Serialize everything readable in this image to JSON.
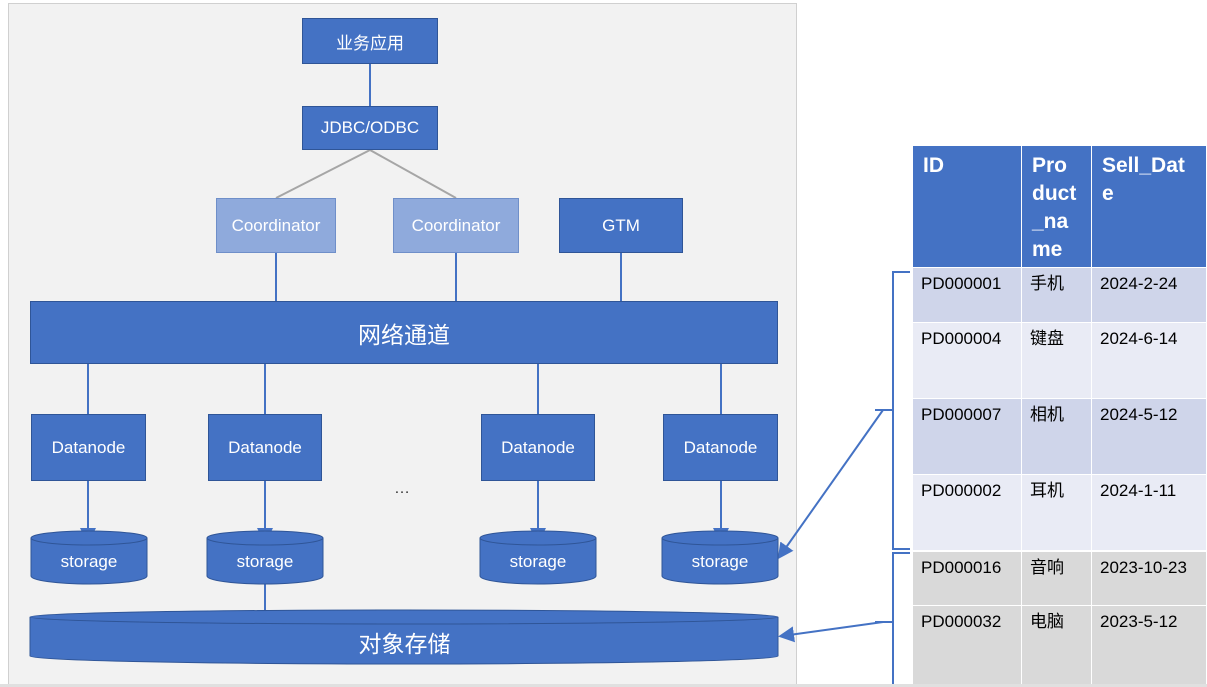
{
  "diagram": {
    "app_layer": "业务应用",
    "driver": "JDBC/ODBC",
    "coordinators": [
      "Coordinator",
      "Coordinator"
    ],
    "gtm": "GTM",
    "network": "网络通道",
    "datanodes": [
      "Datanode",
      "Datanode",
      "Datanode",
      "Datanode"
    ],
    "storages": [
      "storage",
      "storage",
      "storage",
      "storage"
    ],
    "ellipsis": "…",
    "object_storage": "对象存储"
  },
  "table": {
    "headers": [
      "ID",
      "Pro duct _na me",
      "Sell_Dat e"
    ],
    "rows": [
      [
        "PD000001",
        "手机",
        "2024-2-24"
      ],
      [
        "PD000004",
        "键盘",
        "2024-6-14"
      ],
      [
        "PD000007",
        "相机",
        "2024-5-12"
      ],
      [
        "PD000002",
        "耳机",
        "2024-1-11"
      ],
      [
        "PD000016",
        "音响",
        "2023-10-23"
      ],
      [
        "PD000032",
        "电脑",
        "2023-5-12"
      ]
    ]
  },
  "colors": {
    "primary": "#4472c4",
    "coordinator": "#8faadc",
    "panel": "#f2f2f2",
    "row_hot_1": "#cfd5ea",
    "row_hot_2": "#e9ebf5",
    "row_cold": "#d9d9d9"
  }
}
